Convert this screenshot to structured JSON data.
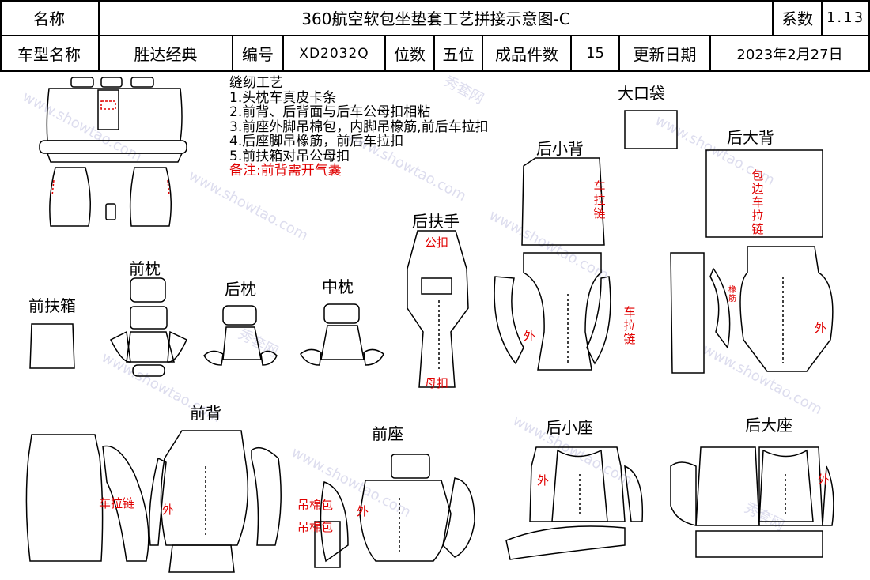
{
  "header": {
    "name_label": "名称",
    "title": "360航空软包坐垫套工艺拼接示意图-C",
    "coef_label": "系数",
    "coef_value": "1.13",
    "model_label": "车型名称",
    "model_value": "胜达经典",
    "code_label": "编号",
    "code_value": "XD2032Q",
    "seats_label": "位数",
    "seats_value": "五位",
    "pieces_label": "成品件数",
    "pieces_value": "15",
    "date_label": "更新日期",
    "date_value": "2023年2月27日"
  },
  "notes": {
    "title": "缝纫工艺",
    "items": [
      "1.头枕车真皮卡条",
      "2.前背、后背面与后车公母扣相粘",
      "3.前座外脚吊棉包，内脚吊橡筋,前后车拉扣",
      "4.后座脚吊橡筋，前后车拉扣",
      "5.前扶箱对吊公母扣"
    ],
    "remark": "备注:前背需开气囊"
  },
  "parts": {
    "big_pocket": "大口袋",
    "rear_small_back": "后小背",
    "rear_big_back": "后大背",
    "rear_armrest": "后扶手",
    "front_headrest": "前枕",
    "rear_headrest": "后枕",
    "mid_headrest": "中枕",
    "front_armbox": "前扶箱",
    "front_back": "前背",
    "front_seat": "前座",
    "rear_small_seat": "后小座",
    "rear_big_seat": "后大座"
  },
  "annotations": {
    "male_buckle": "公扣",
    "female_buckle": "母扣",
    "zipper_v1": "车拉链",
    "zipper_v2": "车拉链",
    "edge_zipper": "包边车拉链",
    "outer_1": "外",
    "outer_2": "外",
    "outer_3": "外",
    "outer_4": "外",
    "outer_5": "外",
    "front_back_zipper": "车拉链",
    "cotton_1": "吊棉包",
    "cotton_2": "吊棉包",
    "rubber": "橡筋"
  },
  "watermark": {
    "cn": "秀套网",
    "en": "www.showtao.com"
  },
  "colors": {
    "line": "#000000",
    "note_red": "#e00000",
    "watermark": "#cfcfe8"
  }
}
